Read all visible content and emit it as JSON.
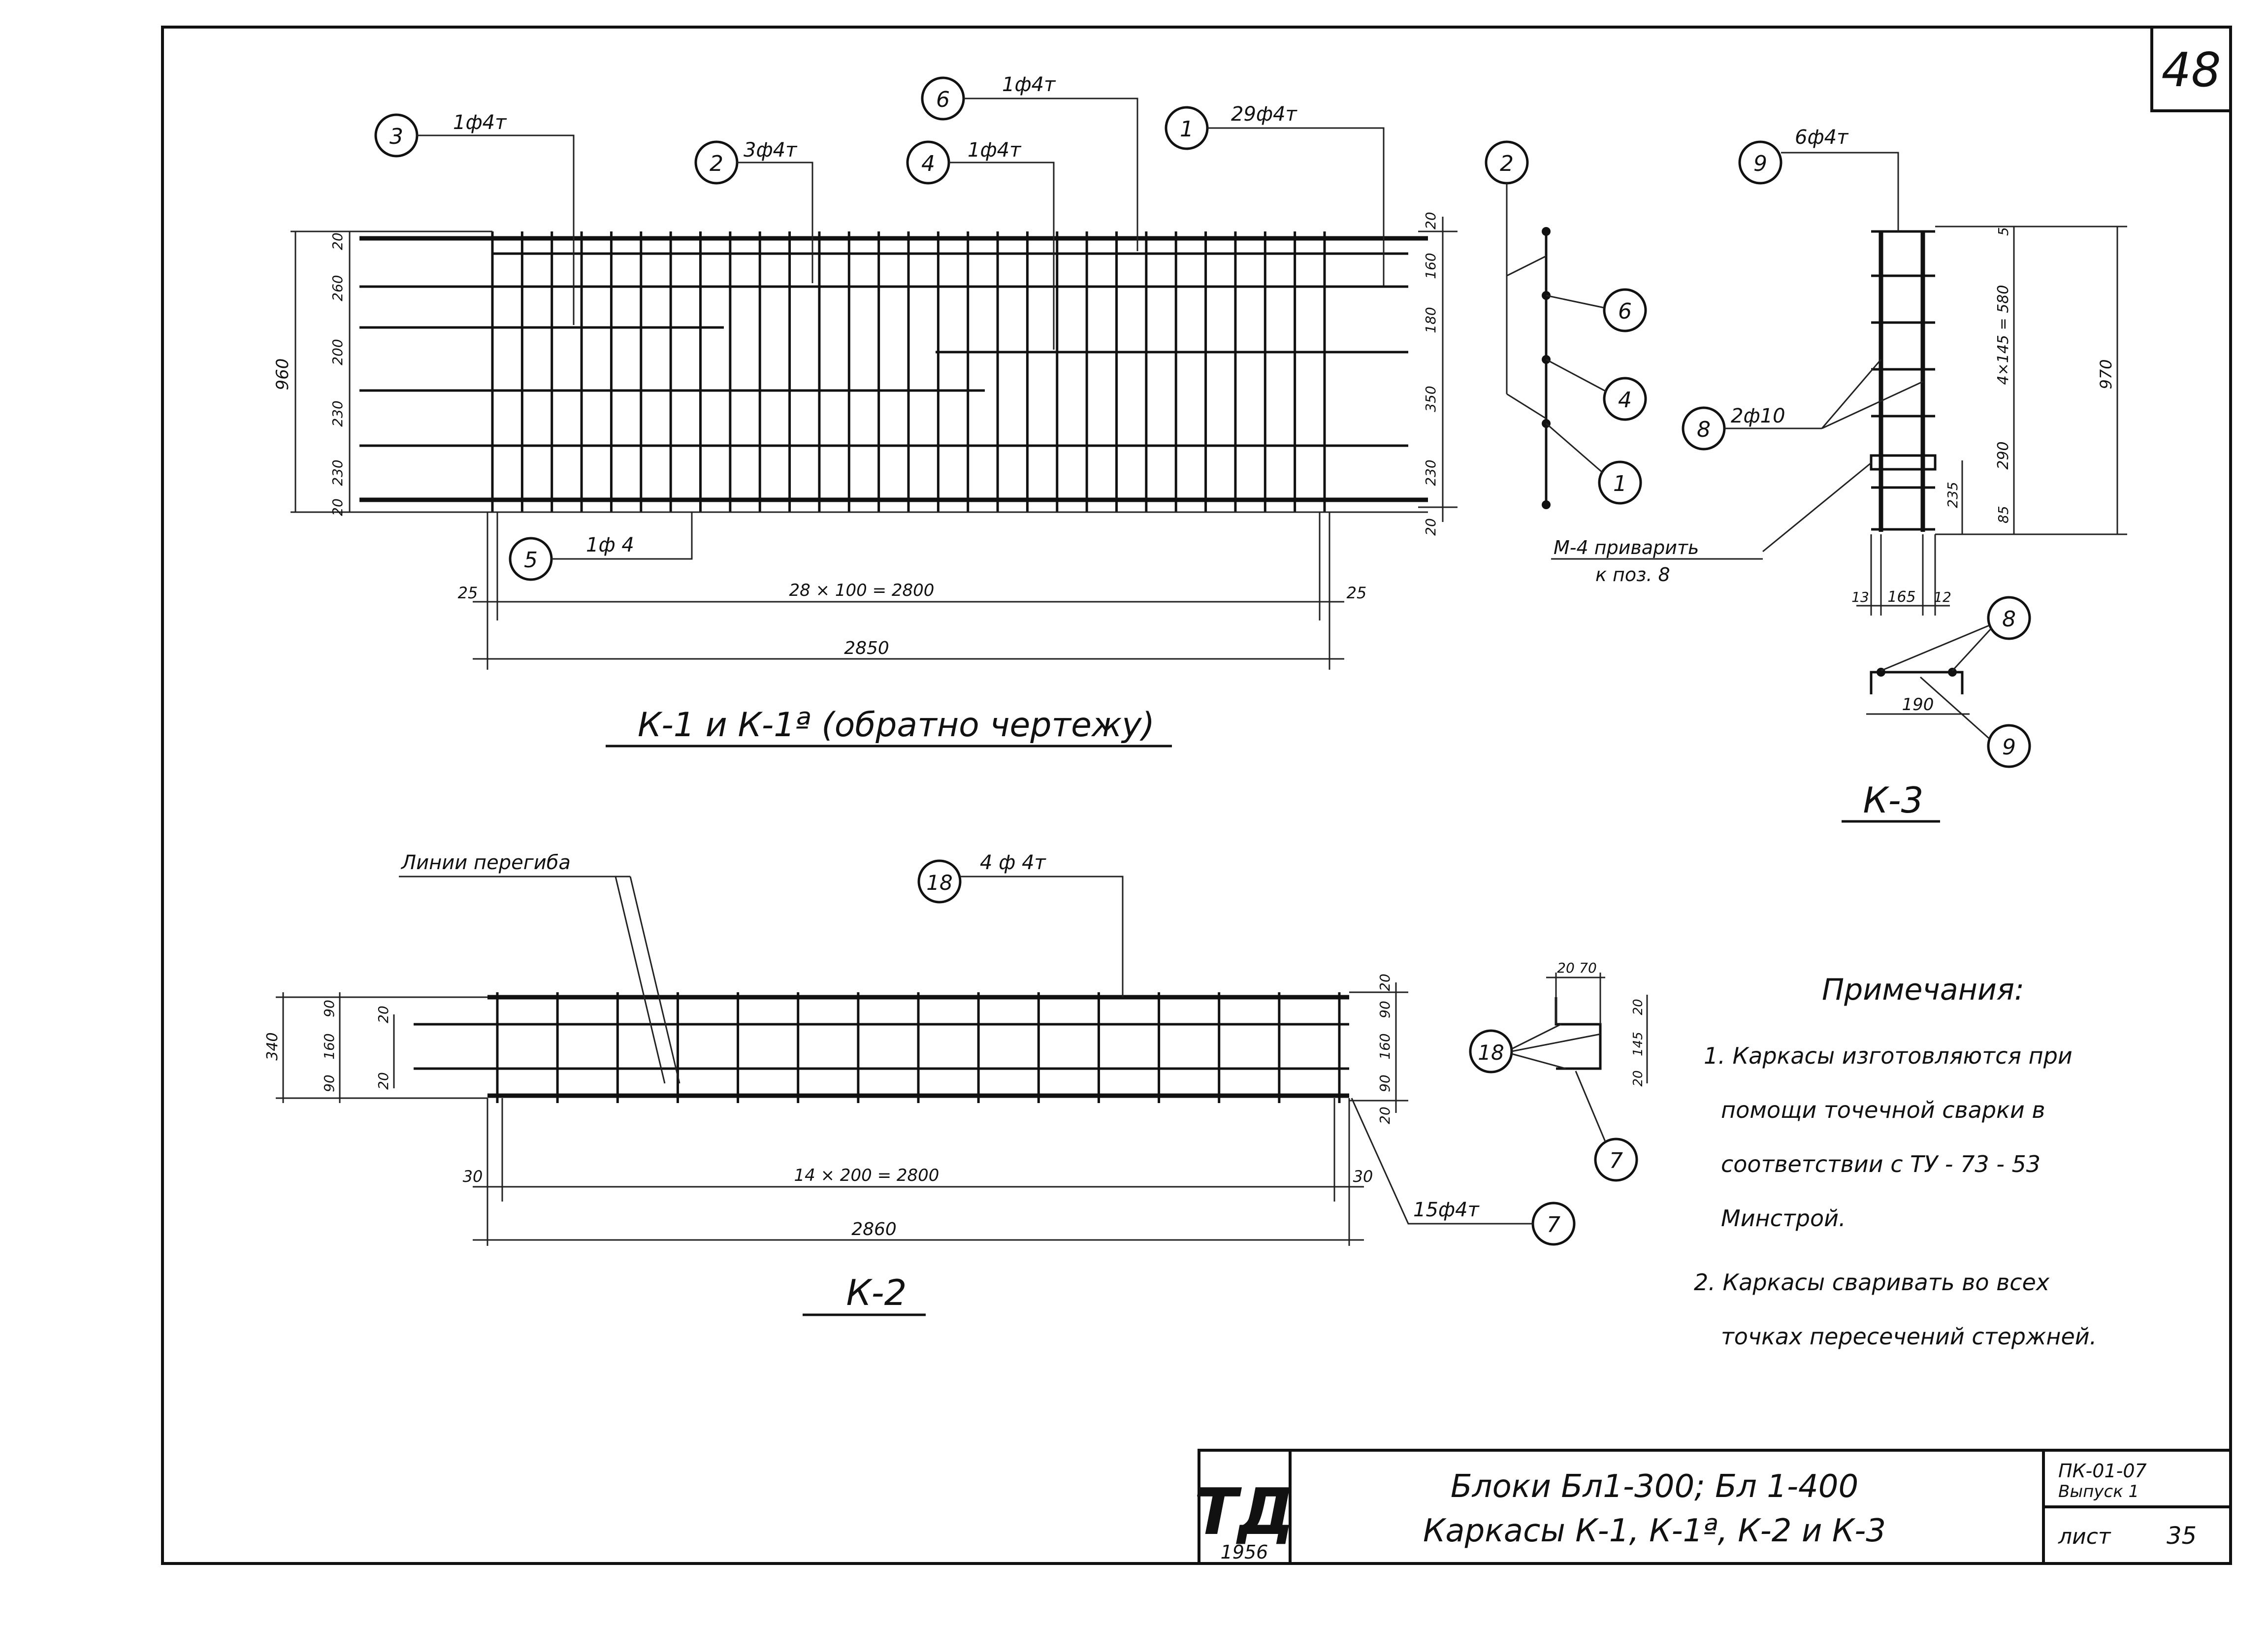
{
  "sheet_number": "48",
  "k1": {
    "caption": "К-1 и К-1ª (обратно чертежу)",
    "callouts": [
      {
        "num": "3",
        "spec": "1ф4т"
      },
      {
        "num": "2",
        "spec": "3ф4т"
      },
      {
        "num": "6",
        "spec": "1ф4т"
      },
      {
        "num": "4",
        "spec": "1ф4т"
      },
      {
        "num": "1",
        "spec": "29ф4т"
      },
      {
        "num": "5",
        "spec": "1ф 4"
      }
    ],
    "dims_left": [
      "960",
      "20",
      "260",
      "200",
      "230",
      "230",
      "20"
    ],
    "dims_right": [
      "20",
      "160",
      "180",
      "350",
      "230",
      "20"
    ],
    "dims_bottom": {
      "edge_l": "25",
      "edge_r": "25",
      "inner": "28 × 100 = 2800",
      "overall": "2850"
    }
  },
  "section": {
    "labels": [
      "2",
      "6",
      "4",
      "1"
    ],
    "note_line1": "М-4 приварить",
    "note_line2": "к поз. 8"
  },
  "k3": {
    "caption": "К-3",
    "callouts": [
      {
        "num": "9",
        "spec": "6ф4т"
      },
      {
        "num": "8",
        "spec": "2ф10"
      }
    ],
    "dims_right": [
      "5",
      "4×145 = 580",
      "290",
      "85"
    ],
    "dims_overall": "970",
    "dim_235": "235",
    "dims_bottom": [
      "13",
      "165",
      "12"
    ],
    "sub_dim": "190",
    "sub_labels": [
      "8",
      "9"
    ]
  },
  "k2": {
    "caption": "К-2",
    "bend_label": "Линии перегиба",
    "callouts": [
      {
        "num": "18",
        "spec": "4 ф 4т"
      },
      {
        "num": "7",
        "spec": "15ф4т"
      }
    ],
    "dims_left": [
      "340",
      "90",
      "160",
      "90"
    ],
    "dims_inner_left": [
      "20",
      "20"
    ],
    "dims_right": [
      "20",
      "90",
      "160",
      "90",
      "20"
    ],
    "dims_bottom": {
      "edge_l": "30",
      "edge_r": "30",
      "inner": "14 × 200 = 2800",
      "overall": "2860"
    }
  },
  "detail": {
    "dims_top": [
      "20",
      "70"
    ],
    "dims_side": [
      "20",
      "145",
      "20"
    ],
    "labels": [
      "18",
      "7"
    ]
  },
  "notes": {
    "title": "Примечания:",
    "lines": [
      "1. Каркасы изготовляются при",
      "помощи точечной сварки в",
      "соответствии с ТУ - 73 - 53",
      "Минстрой.",
      "2. Каркасы сваривать во всех",
      "точках пересечений стержней."
    ]
  },
  "title_block": {
    "logo": "ТД",
    "year": "1956",
    "line1": "Блоки Бл1-300; Бл 1-400",
    "line2": "Каркасы К-1, К-1ª, К-2 и К-3",
    "code_line1": "ПК-01-07",
    "code_line2": "Выпуск 1",
    "sheet_label": "лист",
    "sheet_no": "35"
  }
}
